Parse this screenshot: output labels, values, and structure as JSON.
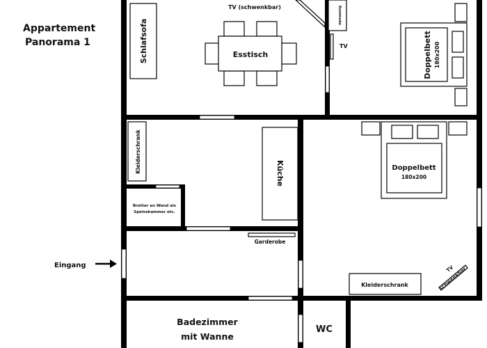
{
  "title": {
    "line1": "Appartement",
    "line2": "Panorama 1"
  },
  "entrance_label": "Eingang",
  "rooms": {
    "bathroom": {
      "line1": "Badezimmer",
      "line2": "mit Wanne"
    },
    "wc": "WC"
  },
  "furniture": {
    "sofa": "Schlafsofa",
    "table": "Esstisch",
    "tv_swivel_top": "TV (schwenkbar)",
    "dresser": "Kommode",
    "tv_small": "TV",
    "bed_top": {
      "label": "Doppelbett",
      "size": "180x200"
    },
    "wardrobe_left": "Kleiderschrank",
    "kitchen": "Küche",
    "pantry": {
      "line1": "Bretter an Wand als",
      "line2": "Speisekammer etc."
    },
    "coat_rack": "Garderobe",
    "bed_right": {
      "label": "Doppelbett",
      "size": "180x200"
    },
    "wardrobe_right": "Kleiderschrank",
    "tv_swivel_right": {
      "line1": "TV",
      "line2": "schwenkbar"
    }
  },
  "colors": {
    "wall": "#000000",
    "background": "#ffffff"
  }
}
